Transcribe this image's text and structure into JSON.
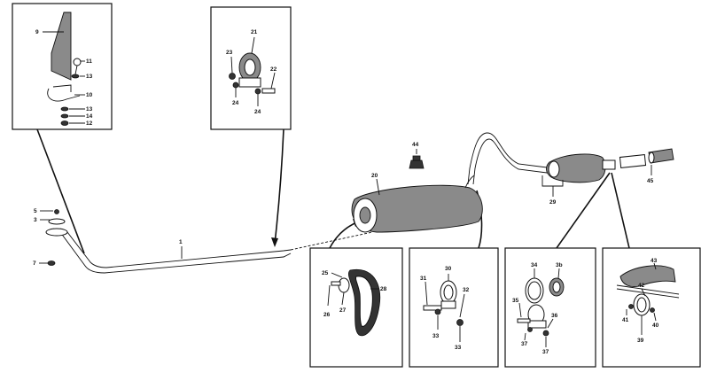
{
  "callouts": {
    "c1": "1",
    "c3": "3",
    "c5": "5",
    "c7": "7",
    "c9": "9",
    "c10": "10",
    "c11": "11",
    "c12": "12",
    "c13a": "13",
    "c13b": "13",
    "c14": "14",
    "c20": "20",
    "c21": "21",
    "c22": "22",
    "c23": "23",
    "c24a": "24",
    "c24b": "24",
    "c25": "25",
    "c26": "26",
    "c27": "27",
    "c28": "28",
    "c29": "29",
    "c30": "30",
    "c31": "31",
    "c32": "32",
    "c33a": "33",
    "c33b": "33",
    "c34": "34",
    "c35": "35",
    "c36": "36",
    "c37a": "37",
    "c37b": "37",
    "c3b": "3b",
    "c39": "39",
    "c40": "40",
    "c41": "41",
    "c42": "42",
    "c43": "43",
    "c44": "44",
    "c45": "45"
  },
  "colors": {
    "line": "#111111",
    "shade": "#8a8a8a",
    "background": "#ffffff"
  }
}
